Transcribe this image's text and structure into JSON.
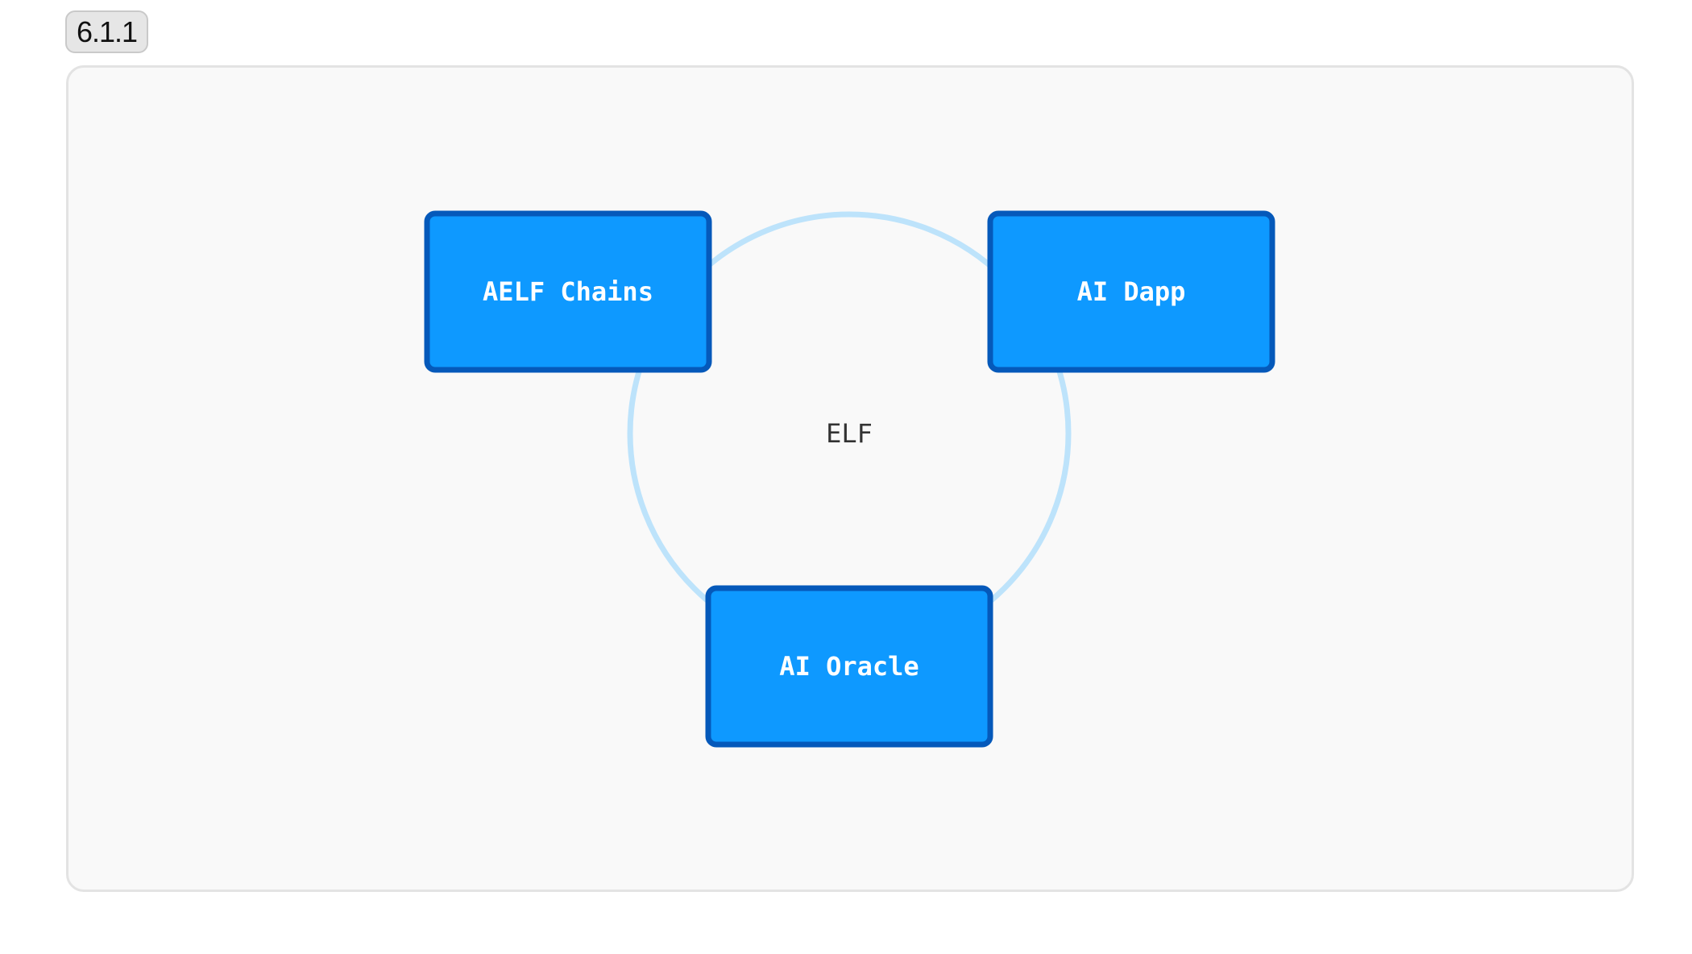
{
  "badge": {
    "label": "6.1.1"
  },
  "diagram": {
    "center_label": "ELF",
    "nodes": [
      {
        "label": "AELF Chains"
      },
      {
        "label": "AI Dapp"
      },
      {
        "label": "AI Oracle"
      }
    ],
    "colors": {
      "node_fill": "#0e99ff",
      "node_border": "#0559ba",
      "ring": "#bde3fb",
      "panel_background": "#f9f9f9",
      "panel_border": "#e3e3e3"
    }
  }
}
